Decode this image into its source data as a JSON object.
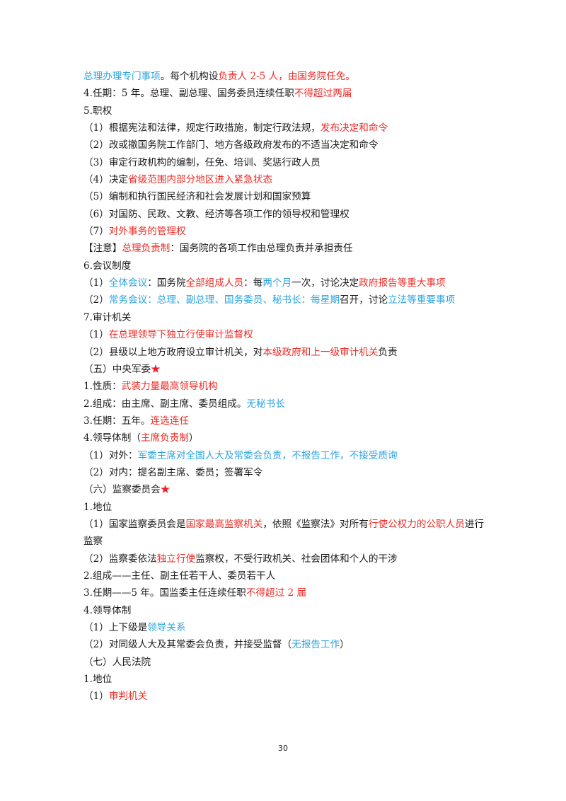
{
  "lines": [
    [
      [
        "b",
        "总理办理专门事项"
      ],
      [
        "k",
        "。每个机构设"
      ],
      [
        "r",
        "负责人 2-5 人，由国务院任免。"
      ]
    ],
    [
      [
        "k",
        "4.任期：5 年。总理、副总理、国务委员连续任职"
      ],
      [
        "r",
        "不得超过两届"
      ]
    ],
    [
      [
        "k",
        "5.职权"
      ]
    ],
    [
      [
        "k",
        "（1）根据宪法和法律，规定行政措施，制定行政法规，"
      ],
      [
        "r",
        "发布决定和命令"
      ]
    ],
    [
      [
        "k",
        "（2）改或撤国务院工作部门、地方各级政府发布的不适当决定和命令"
      ]
    ],
    [
      [
        "k",
        "（3）审定行政机构的编制，任免、培训、奖惩行政人员"
      ]
    ],
    [
      [
        "k",
        "（4）决定"
      ],
      [
        "r",
        "省级范围内部分地区进入紧急状态"
      ]
    ],
    [
      [
        "k",
        "（5）编制和执行国民经济和社会发展计划和国家预算"
      ]
    ],
    [
      [
        "k",
        "（6）对国防、民政、文教、经济等各项工作的领导权和管理权"
      ]
    ],
    [
      [
        "k",
        "（7）"
      ],
      [
        "r",
        "对外事务的管理权"
      ]
    ],
    [
      [
        "k",
        "【注意】"
      ],
      [
        "r",
        "总理负责制"
      ],
      [
        "k",
        "：国务院的各项工作由总理负责并承担责任"
      ]
    ],
    [
      [
        "k",
        "6.会议制度"
      ]
    ],
    [
      [
        "k",
        "（1）"
      ],
      [
        "b",
        "全体会议"
      ],
      [
        "k",
        "：国务院"
      ],
      [
        "r",
        "全部组成人员"
      ],
      [
        "k",
        "：每"
      ],
      [
        "b",
        "两个月"
      ],
      [
        "k",
        "一次，讨论决定"
      ],
      [
        "r",
        "政府报告等重大事项"
      ]
    ],
    [
      [
        "k",
        "（2）"
      ],
      [
        "b",
        "常务会议：总理、副总理、国务委员、秘书长：每星期"
      ],
      [
        "k",
        "召开，讨论"
      ],
      [
        "b",
        "立法等重要事项"
      ]
    ],
    [
      [
        "k",
        "7.审计机关"
      ]
    ],
    [
      [
        "k",
        "（1）"
      ],
      [
        "r",
        "在总理领导下独立行使审计监督权"
      ]
    ],
    [
      [
        "k",
        "（2）县级以上地方政府设立审计机关，对"
      ],
      [
        "r",
        "本级政府和上一级审计机关"
      ],
      [
        "k",
        "负责"
      ]
    ],
    [
      [
        "k",
        "（五）中央军委"
      ],
      [
        "star",
        "★"
      ]
    ],
    [
      [
        "k",
        "1.性质："
      ],
      [
        "r",
        "武装力量最高领导机构"
      ]
    ],
    [
      [
        "k",
        "2.组成：由主席、副主席、委员组成。"
      ],
      [
        "b",
        "无秘书长"
      ]
    ],
    [
      [
        "k",
        "3.任期：五年。"
      ],
      [
        "r",
        "连选连任"
      ]
    ],
    [
      [
        "k",
        "4.领导体制（"
      ],
      [
        "r",
        "主席负责制"
      ],
      [
        "k",
        "）"
      ]
    ],
    [
      [
        "k",
        "（1）对外："
      ],
      [
        "b",
        "军委主席对全国人大及常委会负责，不报告工作，不接受质询"
      ]
    ],
    [
      [
        "k",
        "（2）对内：提名副主席、委员；签署军令"
      ]
    ],
    [
      [
        "k",
        "（六）监察委员会"
      ],
      [
        "star",
        "★"
      ]
    ],
    [
      [
        "k",
        "1.地位"
      ]
    ],
    [
      [
        "k",
        "（1）国家监察委员会是"
      ],
      [
        "r",
        "国家最高监察机关"
      ],
      [
        "k",
        "，依照《监察法》对所有"
      ],
      [
        "r",
        "行使公权力的公职人员"
      ],
      [
        "k",
        "进行监察"
      ]
    ],
    [
      [
        "k",
        "（2）监察委依法"
      ],
      [
        "r",
        "独立行使"
      ],
      [
        "k",
        "监察权，不受行政机关、社会团体和个人的干涉"
      ]
    ],
    [
      [
        "k",
        "2.组成——主任、副主任若干人、委员若干人"
      ]
    ],
    [
      [
        "k",
        "3.任期——5 年。国监委主任连续任职"
      ],
      [
        "r",
        "不得超过 2 届"
      ]
    ],
    [
      [
        "k",
        "4.领导体制"
      ]
    ],
    [
      [
        "k",
        "（1）上下级是"
      ],
      [
        "b",
        "领导关系"
      ]
    ],
    [
      [
        "k",
        "（2）对同级人大及其常委会负责，并接受监督（"
      ],
      [
        "b",
        "无报告工作"
      ],
      [
        "k",
        "）"
      ]
    ],
    [
      [
        "k",
        "（七）人民法院"
      ]
    ],
    [
      [
        "k",
        "1.地位"
      ]
    ],
    [
      [
        "k",
        "（1）"
      ],
      [
        "r",
        "审判机关"
      ]
    ]
  ],
  "page_number": "30",
  "colors": {
    "blue": "#2aa3df",
    "red": "#ee2a24",
    "black": "#1a1a1a",
    "star": "#ee1c25"
  }
}
